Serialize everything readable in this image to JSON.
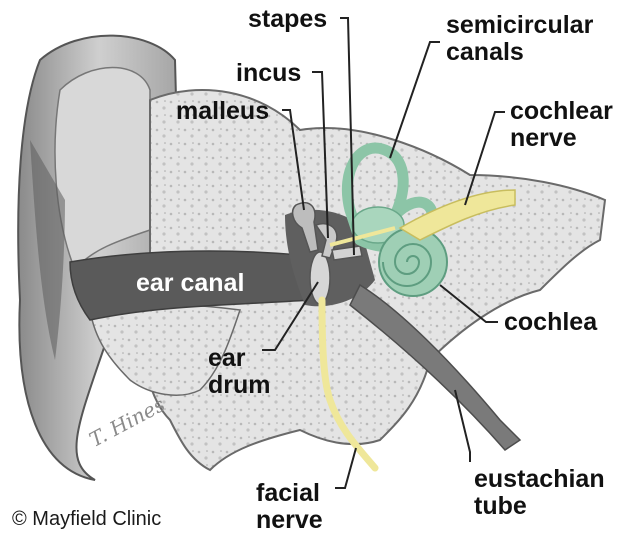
{
  "labels": {
    "stapes": "stapes",
    "semicircular_canals": [
      "semicircular",
      "canals"
    ],
    "incus": "incus",
    "malleus": "malleus",
    "cochlear_nerve": [
      "cochlear",
      "nerve"
    ],
    "ear_canal": "ear canal",
    "cochlea": "cochlea",
    "ear_drum": [
      "ear",
      "drum"
    ],
    "eustachian_tube": [
      "eustachian",
      "tube"
    ],
    "facial_nerve": [
      "facial",
      "nerve"
    ]
  },
  "credit": "© Mayfield Clinic",
  "signature": "T. Hines",
  "colors": {
    "bone": "#e6e6e6",
    "dark_tissue": "#5a5a5a",
    "nerve": "#efe79a",
    "inner_ear": "#9fcfb5",
    "label_text": "#111111"
  }
}
